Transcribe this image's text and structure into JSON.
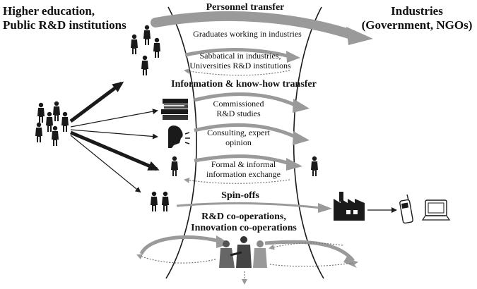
{
  "left_header": {
    "line1": "Higher education,",
    "line2": "Public R&D institutions"
  },
  "right_header": {
    "line1": "Industries",
    "line2": "(Government, NGOs)"
  },
  "sections": {
    "personnel": {
      "title": "Personnel transfer",
      "items": [
        "Graduates working in industries",
        "Sabbatical in industries,\nUniversities R&D institutions"
      ]
    },
    "information": {
      "title": "Information & know-how transfer",
      "items": [
        "Commissioned R&D studies",
        "Consulting, expert opinion",
        "Formal & informal information exchange"
      ]
    },
    "spinoffs": {
      "title": "Spin-offs"
    },
    "cooperation": {
      "title_line1": "R&D co-operations,",
      "title_line2": "Innovation co-operations"
    }
  },
  "icons": {
    "people_group": "people-group-icon",
    "books": "books-icon",
    "speaking_head": "speaking-head-icon",
    "person": "person-icon",
    "factory": "factory-icon",
    "mobile_phone": "mobile-phone-icon",
    "computer": "computer-icon",
    "handshake": "handshake-icon"
  },
  "colors": {
    "arrow_gray": "#9a9a9a",
    "arrow_dark": "#1a1a1a",
    "text": "#111111"
  }
}
